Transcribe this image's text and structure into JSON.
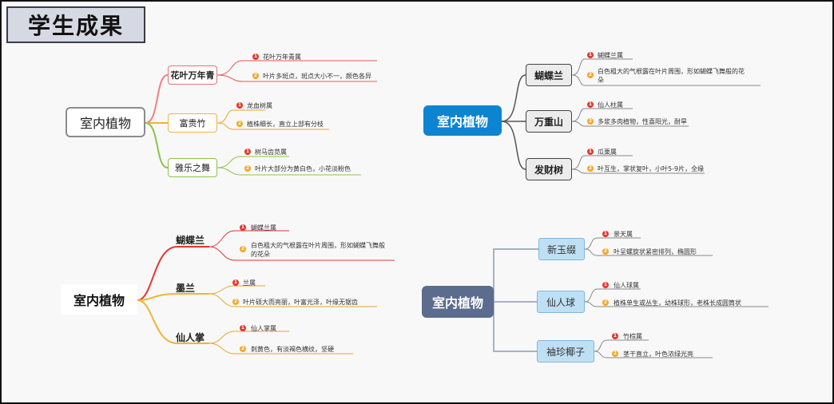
{
  "page_title": "学生成果",
  "map1": {
    "root": "室内植物",
    "branches": [
      {
        "label": "花叶万年青",
        "item1": "花叶万年青属",
        "item2": "叶片多斑点，斑点大小不一，颜色各异"
      },
      {
        "label": "富贵竹",
        "item1": "龙血树属",
        "item2": "植株细长，直立上部有分枝"
      },
      {
        "label": "雅乐之舞",
        "item1": "树马齿苋属",
        "item2": "叶片大部分为黄白色，小花淡粉色"
      }
    ]
  },
  "map2": {
    "root": "室内植物",
    "branches": [
      {
        "label": "蝴蝶兰",
        "item1": "蝴蝶兰属",
        "item2a": "白色粗大的气根露在叶片周围，形如蝴蝶飞舞般的花",
        "item2b": "朵"
      },
      {
        "label": "万重山",
        "item1": "仙人柱属",
        "item2": "多浆多肉植物，性喜阳光，耐旱"
      },
      {
        "label": "发财树",
        "item1": "瓜栗属",
        "item2": "叶互生，掌状复叶，小叶5-9片，全缘"
      }
    ]
  },
  "map3": {
    "root": "室内植物",
    "branches": [
      {
        "label": "蝴蝶兰",
        "item1": "蝴蝶兰属",
        "item2a": "白色粗大的气根露在叶片周围，形如蝴蝶飞舞般",
        "item2b": "的花朵"
      },
      {
        "label": "墨兰",
        "item1": "兰属",
        "item2": "叶片硕大而亮丽，叶富光泽，叶缘无锯齿"
      },
      {
        "label": "仙人掌",
        "item1": "仙人掌属",
        "item2": "刺黄色，有淡褐色横纹，坚硬"
      }
    ]
  },
  "map4": {
    "root": "室内植物",
    "branches": [
      {
        "label": "新玉缀",
        "item1": "景天属",
        "item2": "叶呈螺旋状紧密排列，椭圆形"
      },
      {
        "label": "仙人球",
        "item1": "仙人球属",
        "item2": "植株单生或丛生，幼株球形，老株长成圆筒状"
      },
      {
        "label": "袖珍椰子",
        "item1": "竹棕属",
        "item2": "茎干直立，叶色浓绿光亮"
      }
    ]
  },
  "badges": {
    "one": "1",
    "two": "2"
  }
}
